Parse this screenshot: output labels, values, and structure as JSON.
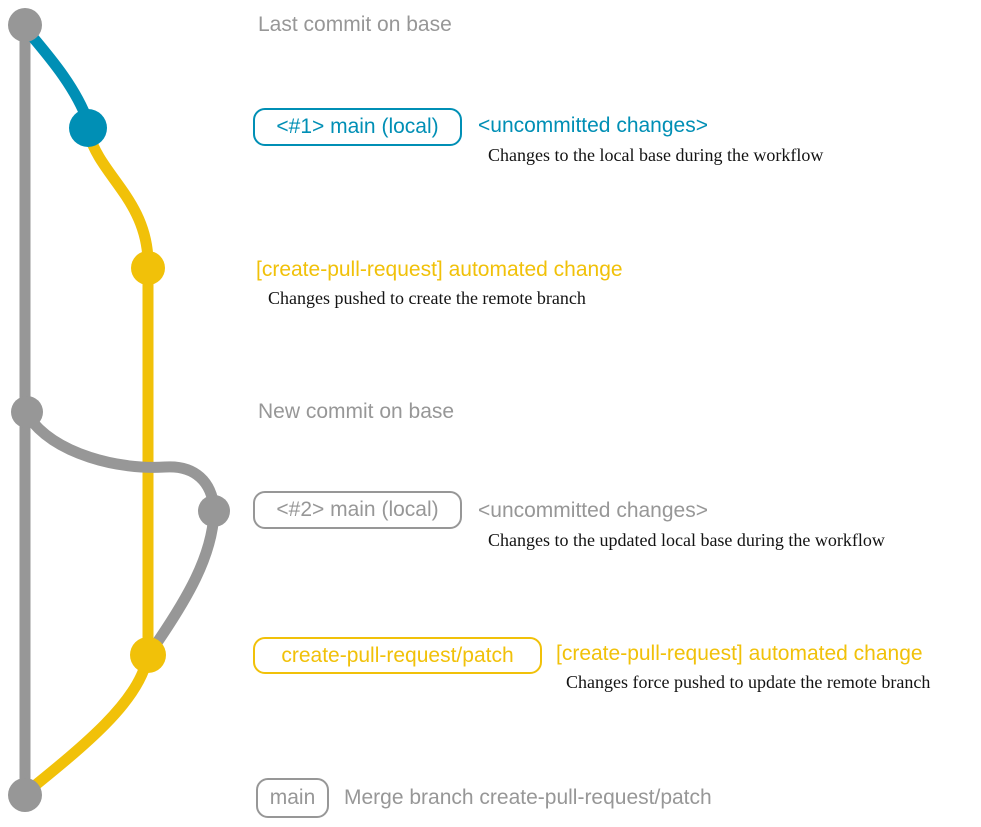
{
  "colors": {
    "base_gray": "#979797",
    "main_blue": "#008fb5",
    "patch_yellow": "#f1c109",
    "note_text": "#131313",
    "background": "#ffffff"
  },
  "rows": {
    "r1": {
      "heading": "Last commit on base"
    },
    "r2": {
      "tag": "<#1> main (local)",
      "status": "<uncommitted changes>",
      "note": "Changes to the local base during the workflow"
    },
    "r3": {
      "message": "[create-pull-request] automated change",
      "note": "Changes pushed to create the remote branch"
    },
    "r4": {
      "heading": "New commit on base"
    },
    "r5": {
      "tag": "<#2> main (local)",
      "status": "<uncommitted changes>",
      "note": "Changes to the updated local base during the workflow"
    },
    "r6": {
      "tag": "create-pull-request/patch",
      "message": "[create-pull-request] automated change",
      "note": "Changes force pushed to update the remote branch"
    },
    "r7": {
      "tag": "main",
      "message": "Merge branch create-pull-request/patch"
    }
  }
}
